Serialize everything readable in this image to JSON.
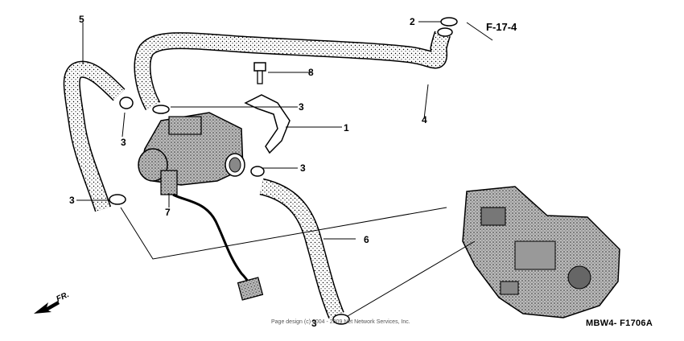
{
  "callouts": {
    "c1": "1",
    "c2": "2",
    "c3a": "3",
    "c3b": "3",
    "c3c": "3",
    "c3d": "3",
    "c3e": "3",
    "c4": "4",
    "c5": "5",
    "c6": "6",
    "c7": "7",
    "c8": "8"
  },
  "reference": "F-17-4",
  "diagram_code": "MBW4- F1706A",
  "copyright": "Page design (c) 2004 - 2009 Net Network Services, Inc.",
  "direction": "FR."
}
